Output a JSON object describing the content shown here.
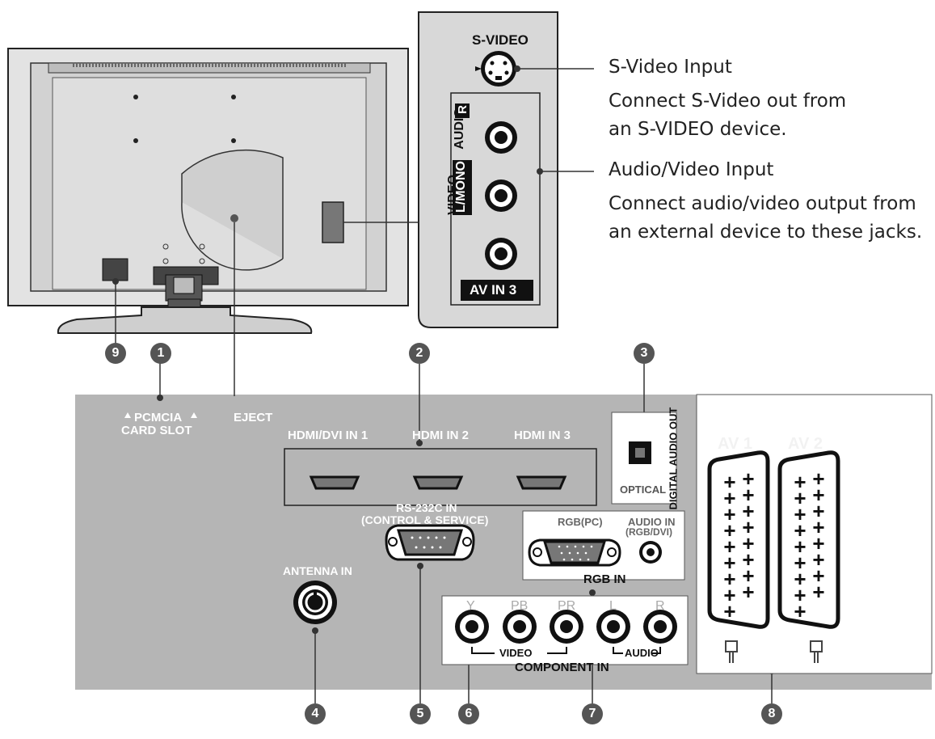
{
  "side_panel": {
    "s_video_jack_label": "S-VIDEO",
    "vertical_labels": {
      "video": "VIDEO",
      "mono": "L/MONO",
      "audio": "AUDIO",
      "r": "R"
    },
    "av_in_label": "AV IN 3"
  },
  "descriptions": {
    "s_video": {
      "title": "S-Video Input",
      "body": "Connect S-Video out from an S-VIDEO device."
    },
    "av": {
      "title": "Audio/Video Input",
      "body": "Connect audio/video output from an external device to these jacks."
    }
  },
  "rear_panel": {
    "pcmcia_line1": "PCMCIA",
    "pcmcia_line2": "CARD SLOT",
    "eject": "EJECT",
    "hdmi1": "HDMI/DVI IN 1",
    "hdmi2": "HDMI IN 2",
    "hdmi3": "HDMI IN 3",
    "optical": "OPTICAL",
    "digital_audio_out": "DIGITAL AUDIO OUT",
    "av1": "AV 1",
    "av2": "AV 2",
    "rs232_line1": "RS-232C IN",
    "rs232_line2": "(CONTROL & SERVICE)",
    "rgb_pc": "RGB(PC)",
    "audio_in_line1": "AUDIO IN",
    "audio_in_line2": "(RGB/DVI)",
    "rgb_in": "RGB IN",
    "antenna_in": "ANTENNA IN",
    "comp_y": "Y",
    "comp_pb": "PB",
    "comp_pr": "PR",
    "comp_l": "L",
    "comp_r": "R",
    "video": "VIDEO",
    "audio": "AUDIO",
    "component_in": "COMPONENT IN"
  },
  "callouts": [
    "1",
    "2",
    "3",
    "4",
    "5",
    "6",
    "7",
    "8",
    "9"
  ],
  "colors": {
    "panel_gray": "#b5b5b5",
    "tv_body": "#dcdcdc",
    "badge": "#555555",
    "black": "#111111"
  }
}
